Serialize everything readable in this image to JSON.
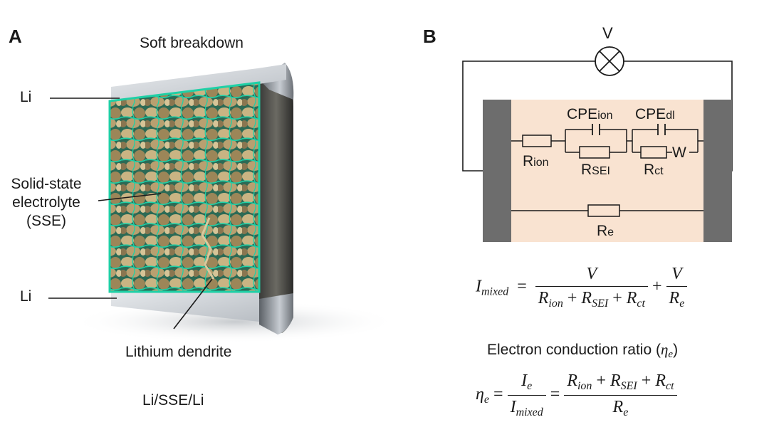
{
  "panel_a": {
    "letter": "A",
    "title": "Soft breakdown",
    "top_label": "Li",
    "electrolyte_label": [
      "Solid-state",
      "electrolyte",
      "(SSE)"
    ],
    "bottom_label": "Li",
    "dendrite_label": "Lithium dendrite",
    "caption": "Li/SSE/Li"
  },
  "panel_b": {
    "letter": "B",
    "voltmeter_label": "V",
    "cpe_ion": {
      "base": "CPE",
      "sub": "ion"
    },
    "cpe_dl": {
      "base": "CPE",
      "sub": "dl"
    },
    "r_ion": {
      "base": "R",
      "sub": "ion"
    },
    "r_sei": {
      "base": "R",
      "sub": "SEI"
    },
    "r_ct": {
      "base": "R",
      "sub": "ct"
    },
    "warburg": "W",
    "r_e": {
      "base": "R",
      "sub": "e"
    },
    "eq1": {
      "lhs": "I",
      "lhs_sub": "mixed",
      "num1": "V",
      "den1_a": "R",
      "den1_a_sub": "ion",
      "den1_b": "R",
      "den1_b_sub": "SEI",
      "den1_c": "R",
      "den1_c_sub": "ct",
      "num2": "V",
      "den2": "R",
      "den2_sub": "e"
    },
    "ratio_text": "Electron conduction ratio (",
    "ratio_symbol": "η",
    "ratio_symbol_sub": "e",
    "ratio_close": ")",
    "eq2": {
      "lhs": "η",
      "lhs_sub": "e",
      "num1": "I",
      "num1_sub": "e",
      "den1": "I",
      "den1_sub": "mixed",
      "num2_a": "R",
      "num2_a_sub": "ion",
      "num2_b": "R",
      "num2_b_sub": "SEI",
      "num2_c": "R",
      "num2_c_sub": "ct",
      "den2": "R",
      "den2_sub": "e"
    }
  },
  "colors": {
    "cell_bg": "#f9e3d1",
    "electrode": "#6d6d6d",
    "sse_green": "#19c9a0",
    "grain": "#b39c6e"
  }
}
